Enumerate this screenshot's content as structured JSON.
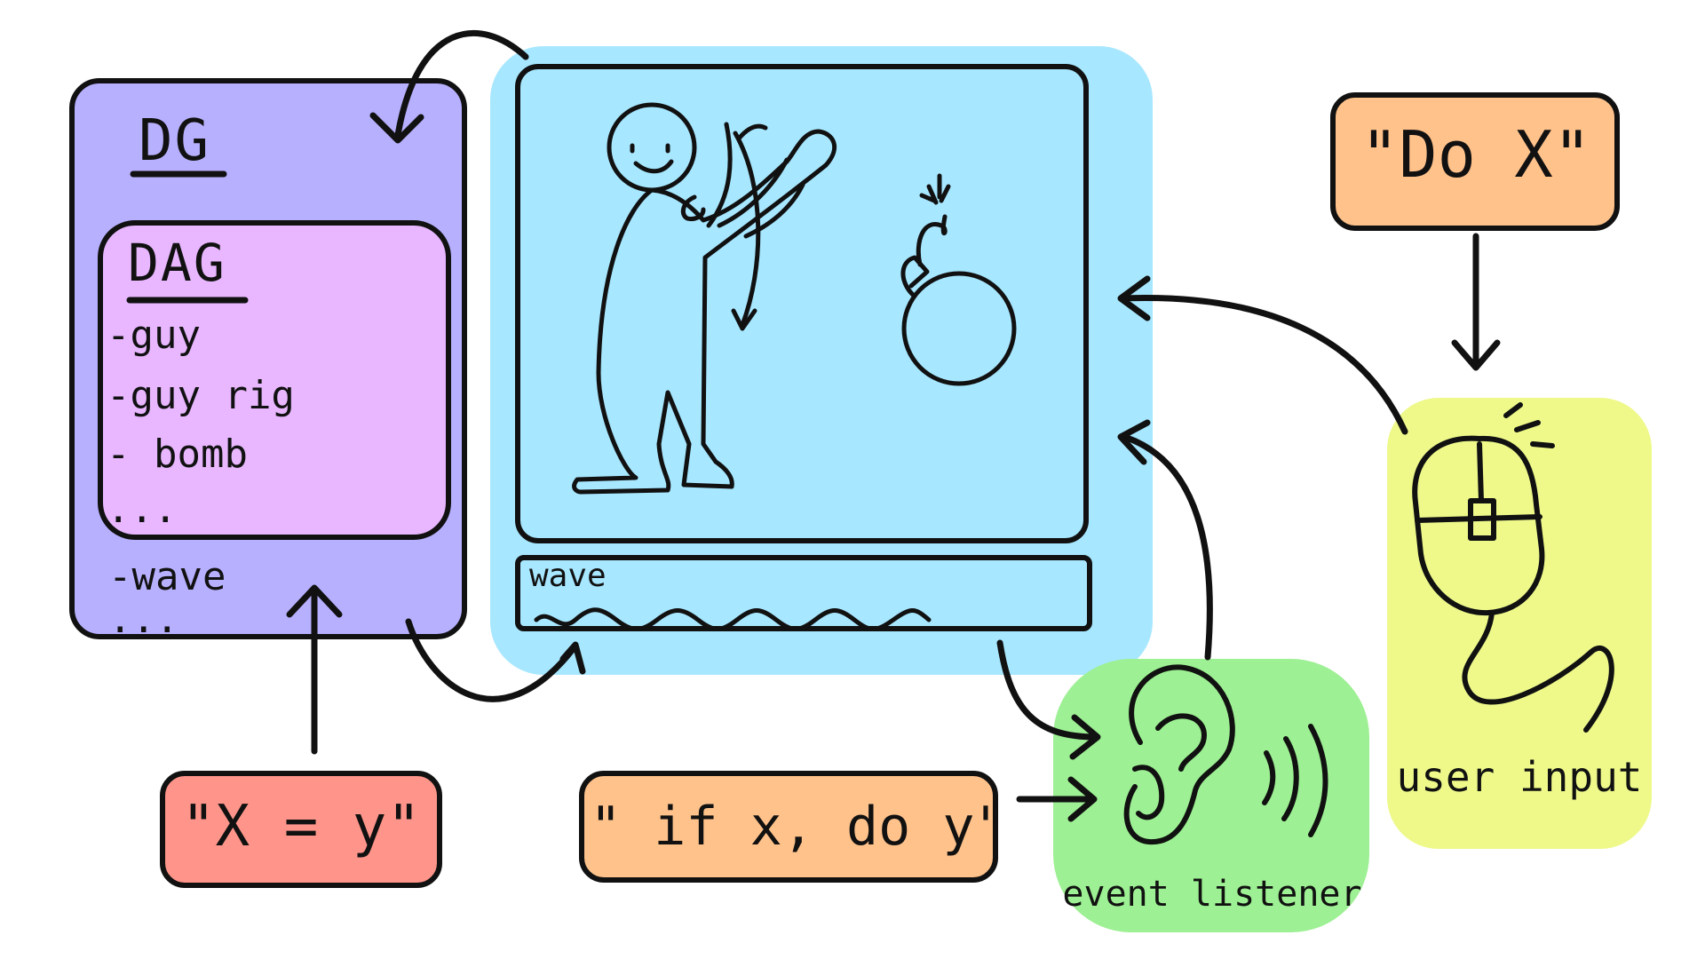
{
  "dg_panel": {
    "title": "DG",
    "items": [
      "-wave",
      "..."
    ]
  },
  "dag_panel": {
    "title": "DAG",
    "items": [
      "-guy",
      "-guy rig",
      "- bomb",
      "..."
    ]
  },
  "timeline": {
    "label": "wave"
  },
  "command_box": {
    "text": "\"Do X\""
  },
  "assignment_box": {
    "text": "\"X = y\""
  },
  "conditional_box": {
    "text": "\" if x, do y\""
  },
  "labels": {
    "user_input": "user input",
    "event_listener": "event listener"
  },
  "icons": {
    "stage_figure": "waving-person-icon",
    "stage_object": "bomb-icon",
    "listener": "ear-icon",
    "input_device": "mouse-icon"
  },
  "colors": {
    "dg_panel": "#b7b0ff",
    "dag_panel": "#e8b7ff",
    "stage": "#a7e7ff",
    "user_input": "#eef98a",
    "event_listener": "#9df093",
    "orange_box": "#ffc28b",
    "red_box": "#ff958a",
    "ink": "#111111"
  }
}
